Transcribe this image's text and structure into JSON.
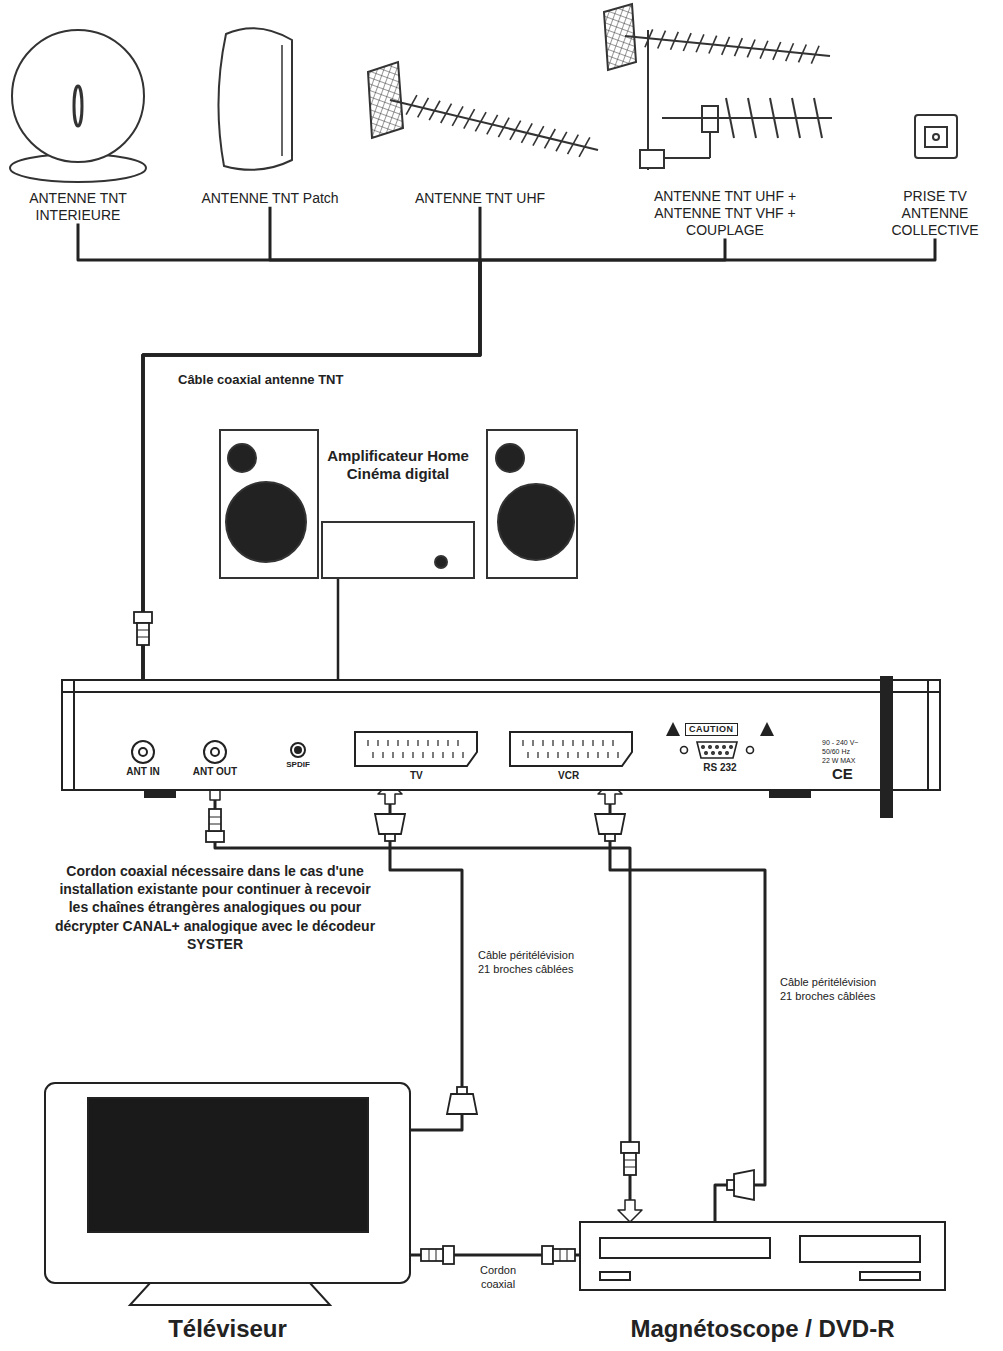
{
  "diagram": {
    "nodes": [
      {
        "text": [
          "ANTENNE TNT INTERIEURE"
        ]
      },
      {
        "text": [
          "ANTENNE TNT Patch"
        ]
      },
      {
        "text": [
          "ANTENNE TNT UHF"
        ]
      },
      {
        "text": [
          "ANTENNE TNT UHF + ANTENNE TNT VHF + COUPLAGE"
        ]
      },
      {
        "text": [
          "PRISE TV ANTENNE COLLECTIVE"
        ]
      },
      {
        "text": [
          "Amplificateur Home Cinéma digital"
        ]
      },
      {
        "text": [
          "CAUTION"
        ]
      },
      {
        "text": [
          "ANT IN"
        ],
        "in": 6
      },
      {
        "text": [
          "ANT OUT"
        ],
        "in": 6
      },
      {
        "text": [
          "SPDIF"
        ],
        "in": 6
      },
      {
        "text": [
          "TV"
        ],
        "in": 6
      },
      {
        "text": [
          "VCR"
        ],
        "in": 6
      },
      {
        "text": [
          "RS 232"
        ],
        "in": 6
      },
      {
        "text": [
          "Téléviseur"
        ]
      },
      {
        "text": [
          "Magnétoscope / DVD-R"
        ]
      }
    ],
    "edges": [
      {
        "from": 0,
        "to": 7,
        "arrow": "to"
      },
      {
        "from": 1,
        "to": 7,
        "arrow": "to"
      },
      {
        "from": 2,
        "to": 7,
        "arrow": "to",
        "label": "Câble coaxial antenne TNT"
      },
      {
        "from": 3,
        "to": 7,
        "arrow": "to"
      },
      {
        "from": 4,
        "to": 7,
        "arrow": "to"
      },
      {
        "from": 9,
        "to": 5,
        "arrow": "none"
      },
      {
        "from": 13,
        "to": 10,
        "arrow": "to",
        "label": "Câble péritélévision 21 broches câblées"
      },
      {
        "from": 14,
        "to": 11,
        "arrow": "to",
        "label": "Câble péritélévision 21 broches câblées"
      },
      {
        "from": 8,
        "to": 14,
        "arrow": "both"
      },
      {
        "from": 14,
        "to": 13,
        "arrow": "none",
        "label": "Cordon coaxial"
      }
    ],
    "labels": [
      "Cordon coaxial nécessaire dans le cas d'une installation existante pour continuer à recevoir les chaînes étrangères analogiques ou pour décrypter CANAL+ analogique avec le décodeur SYSTER",
      "CE",
      "90 - 240 V~",
      "50/60 Hz",
      "22 W MAX"
    ]
  }
}
